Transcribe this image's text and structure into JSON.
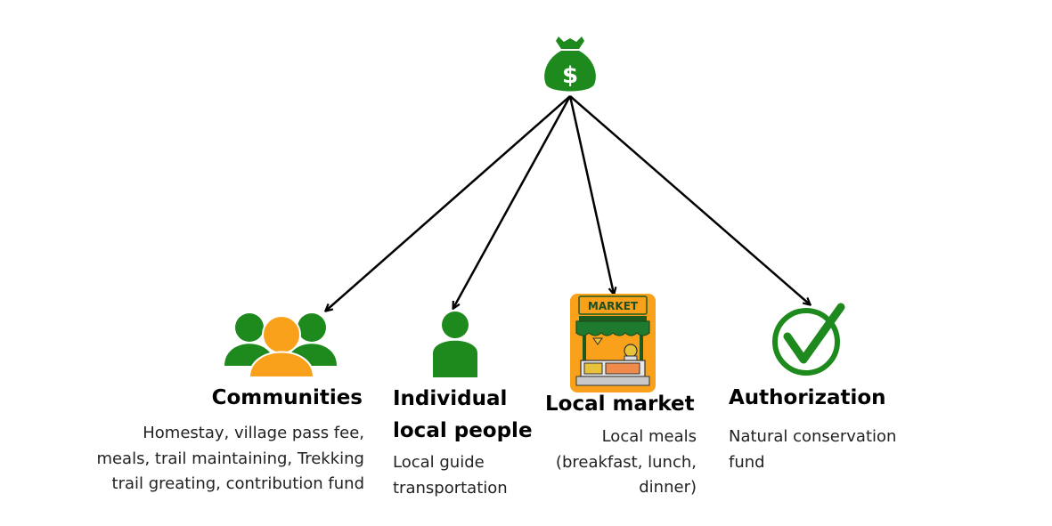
{
  "colors": {
    "green": "#1e8a1e",
    "orange": "#f9a11b",
    "arrow": "#000000"
  },
  "icons": {
    "source": "money-bag-icon",
    "communities": "people-group-icon",
    "individual": "person-icon",
    "market": "market-stall-icon",
    "authorization": "check-circle-icon"
  },
  "money_bag": {
    "symbol": "$"
  },
  "market_sign": "MARKET",
  "nodes": [
    {
      "title_lines": [
        "Communities"
      ],
      "desc_lines": [
        "Homestay, village pass fee,",
        "meals, trail maintaining, Trekking",
        "trail greating, contribution fund"
      ]
    },
    {
      "title_lines": [
        "Individual",
        "local people"
      ],
      "desc_lines": [
        "Local guide",
        "transportation"
      ]
    },
    {
      "title_lines": [
        "Local market"
      ],
      "desc_lines": [
        "Local meals",
        "(breakfast, lunch,",
        "dinner)"
      ]
    },
    {
      "title_lines": [
        "Authorization"
      ],
      "desc_lines": [
        "Natural conservation",
        "fund"
      ]
    }
  ]
}
